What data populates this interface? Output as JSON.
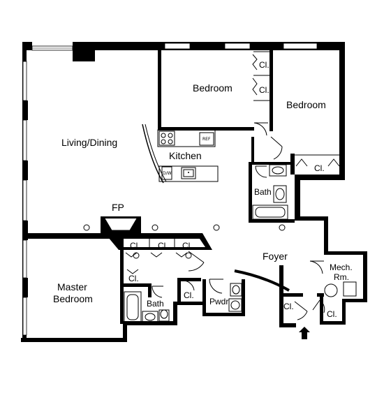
{
  "rooms": {
    "bedroom_1": "Bedroom",
    "bedroom_2": "Bedroom",
    "living_dining": "Living/Dining",
    "kitchen": "Kitchen",
    "bath_center": "Bath",
    "fireplace": "FP",
    "foyer": "Foyer",
    "mech_line1": "Mech.",
    "mech_line2": "Rm.",
    "master_line1": "Master",
    "master_line2": "Bedroom",
    "bath_master": "Bath",
    "powder": "Pwdr",
    "closet": "Cl."
  },
  "appliances": {
    "refrigerator": "REF",
    "dishwasher": "D/W"
  },
  "colors": {
    "wall": "#000000",
    "background": "#ffffff"
  }
}
